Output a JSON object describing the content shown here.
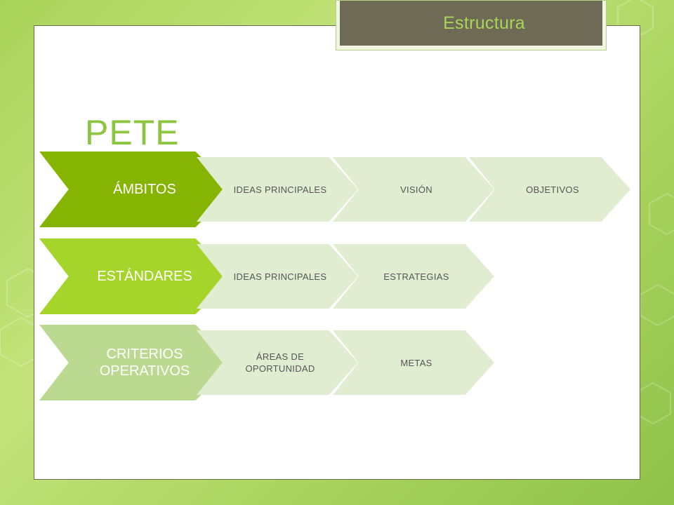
{
  "header": {
    "section_title": "Estructura"
  },
  "page": {
    "title": "PETE"
  },
  "diagram": {
    "rows": [
      {
        "label": "ÁMBITOS",
        "color": "#86b403",
        "items": [
          "IDEAS PRINCIPALES",
          "VISIÓN",
          "OBJETIVOS"
        ]
      },
      {
        "label": "ESTÁNDARES",
        "color": "#a5d42a",
        "items": [
          "IDEAS PRINCIPALES",
          "ESTRATEGIAS"
        ]
      },
      {
        "label": "CRITERIOS OPERATIVOS",
        "color": "#bcd991",
        "items": [
          "ÁREAS DE OPORTUNIDAD",
          "METAS"
        ]
      }
    ],
    "item_color": "#e0edd1"
  }
}
